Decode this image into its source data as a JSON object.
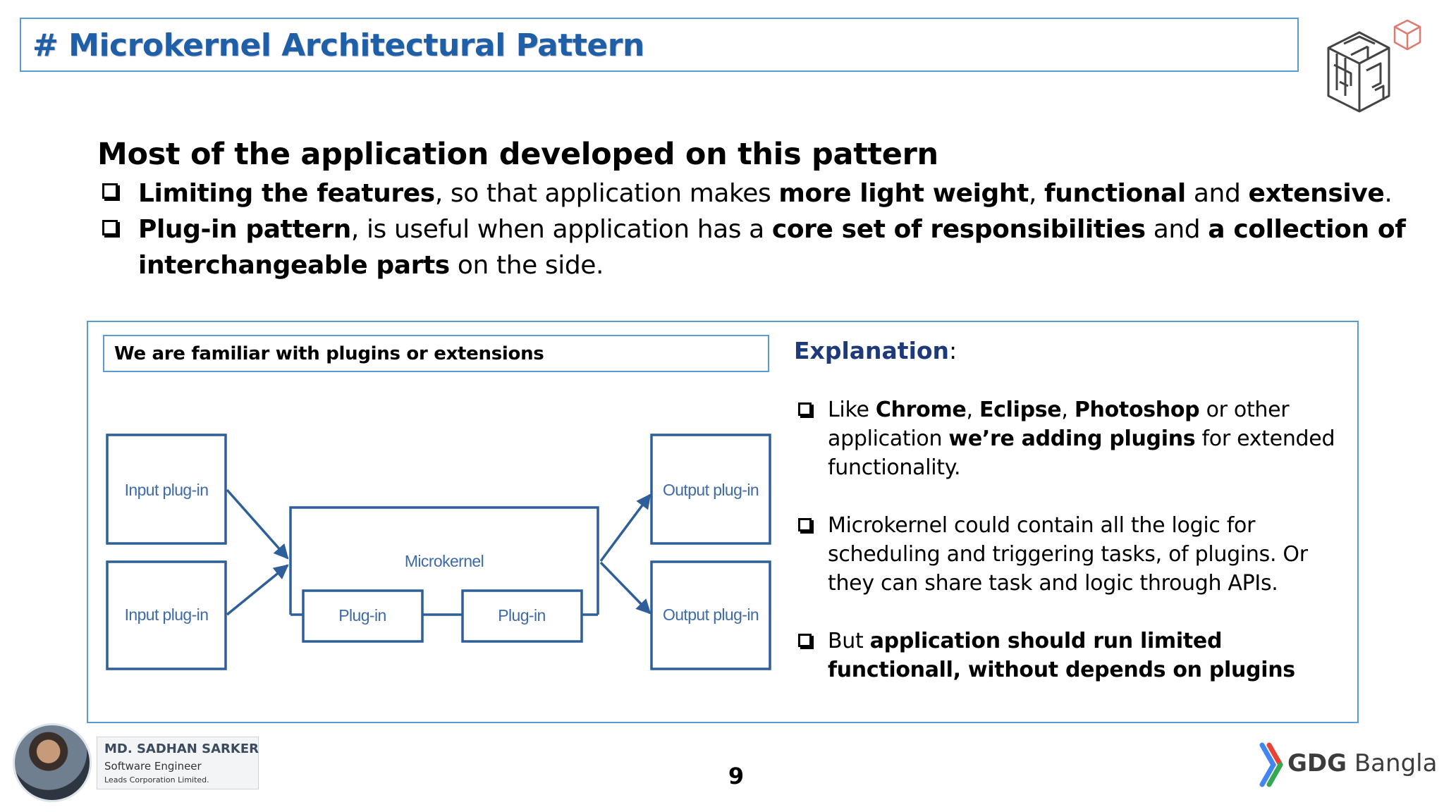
{
  "slide": {
    "title": "# Microkernel Architectural Pattern",
    "heading": "Most of the application developed on this pattern",
    "bullet1": {
      "b1": "Limiting the features",
      "t1": ", so that application makes ",
      "b2": "more light weight",
      "t2": ", ",
      "b3": "functional",
      "t3": " and ",
      "b4": "extensive",
      "t4": "."
    },
    "bullet2": {
      "b1": "Plug-in pattern",
      "t1": ", is useful when application has a ",
      "b2": "core set of responsibilities",
      "t2": " and ",
      "b3": "a collection of",
      "b4": "interchangeable parts",
      "t4": " on the side."
    }
  },
  "diagram": {
    "caption": "We are familiar with plugins or extensions",
    "input_plugin_1": "Input plug-in",
    "input_plugin_2": "Input plug-in",
    "microkernel": "Microkernel",
    "plugin_1": "Plug-in",
    "plugin_2": "Plug-in",
    "output_plugin_1": "Output plug-in",
    "output_plugin_2": "Output plug-in"
  },
  "explanation": {
    "title": "Explanation",
    "colon": ":",
    "item1": {
      "t1": "Like ",
      "b1": "Chrome",
      "t2": ", ",
      "b2": "Eclipse",
      "t3": ", ",
      "b3": "Photoshop",
      "t4": " or other application ",
      "b4": "we’re adding plugins",
      "t5": " for extended functionality."
    },
    "item2": "Microkernel could contain all the logic for scheduling and triggering tasks, of plugins. Or they can share task and logic through APIs.",
    "item3": {
      "t1": "But ",
      "b1": "application should run limited functionall, without depends on plugins"
    }
  },
  "footer": {
    "speaker_name": "MD. SADHAN SARKER",
    "speaker_role": "Software Engineer",
    "speaker_company": "Leads Corporation Limited.",
    "page_number": "9",
    "brand_bold": "GDG",
    "brand_light": "Bangla"
  },
  "colors": {
    "title": "#1f5fa8",
    "frame": "#5b9bd5",
    "diagram_stroke": "#2e5f9a",
    "diagram_text": "#3e6aa8",
    "explanation_heading": "#1f3a7a"
  }
}
